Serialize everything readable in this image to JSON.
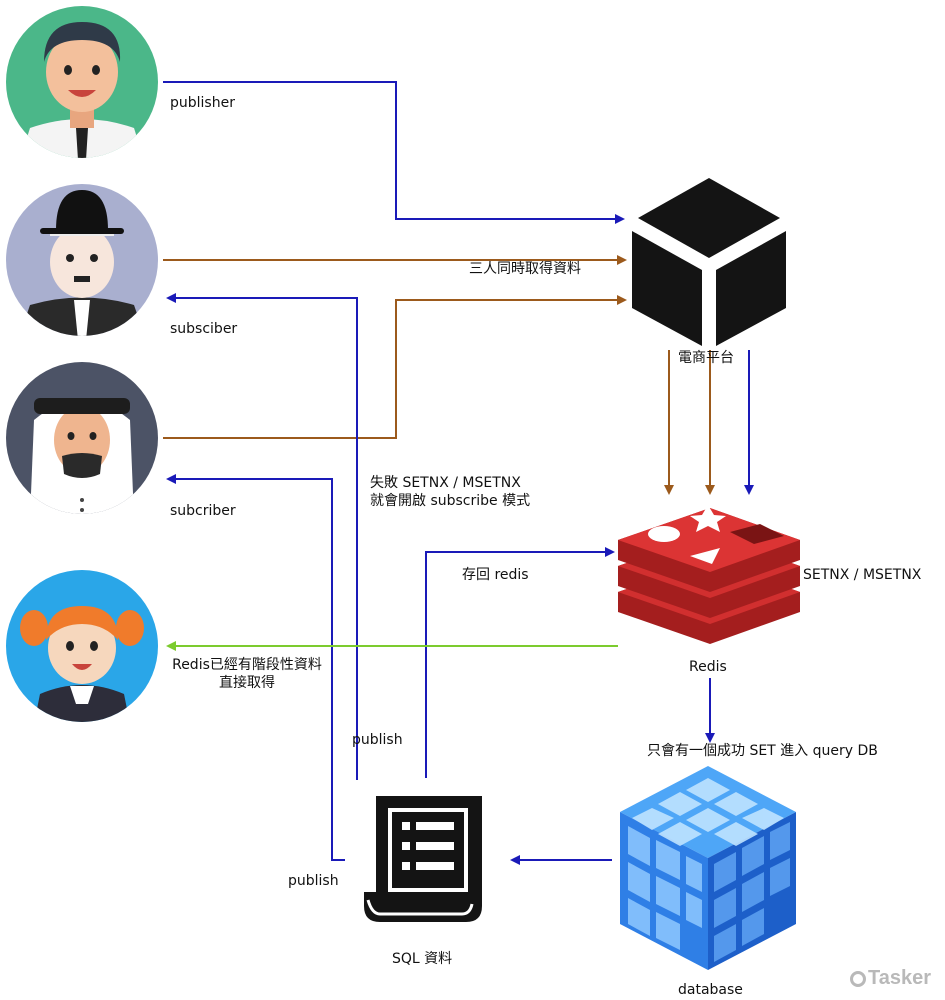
{
  "labels": {
    "publisher": "publisher",
    "subsciber": "subsciber",
    "subcriber": "subcriber",
    "three_fetch": "三人同時取得資料",
    "platform": "電商平台",
    "fail_line1": "失敗 SETNX / MSETNX",
    "fail_line2": "就會開啟 subscribe 模式",
    "save_back": "存回 redis",
    "setnx": "SETNX / MSETNX",
    "redis": "Redis",
    "redis_cached_line1": "Redis已經有階段性資料",
    "redis_cached_line2": "直接取得",
    "publish_top": "publish",
    "publish_bottom": "publish",
    "only_one": "只會有一個成功 SET 進入 query DB",
    "sql": "SQL 資料",
    "database": "database"
  },
  "watermark": "Tasker",
  "colors": {
    "blue": "#1a1ab8",
    "brown": "#9c5a1c",
    "green": "#7ccb2e",
    "redis_red": "#c92a2a",
    "dark": "#111111"
  },
  "icons": [
    "person-publisher-icon",
    "person-chaplin-icon",
    "person-arab-icon",
    "person-girl-icon",
    "box-platform-icon",
    "redis-logo-icon",
    "document-sql-icon",
    "database-cube-icon"
  ]
}
